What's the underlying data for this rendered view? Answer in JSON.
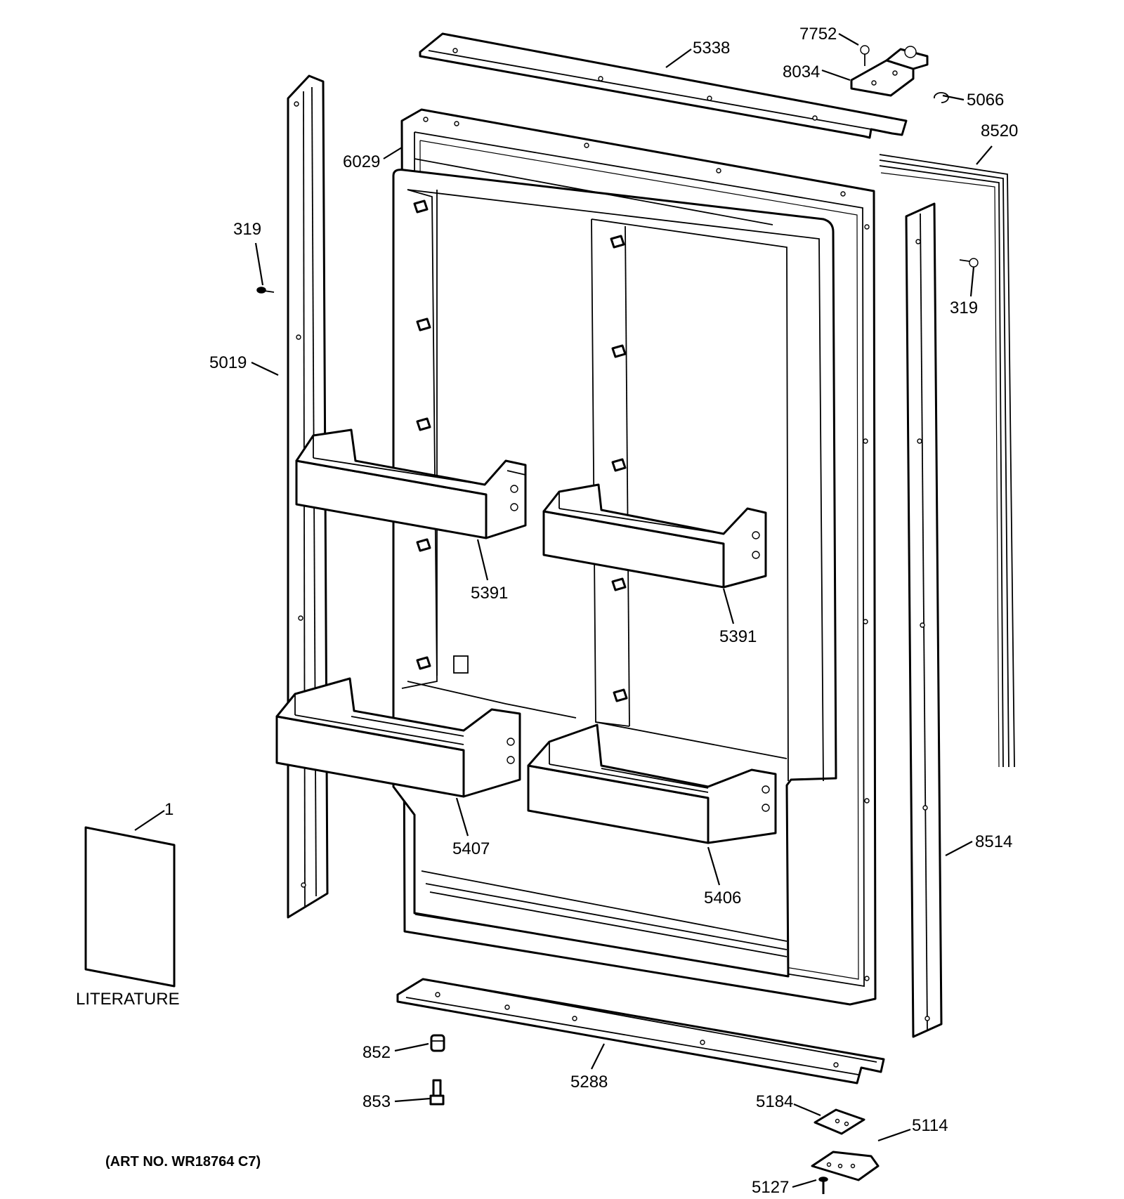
{
  "diagram": {
    "art_number": "(ART NO. WR18764 C7)",
    "literature_label": "LITERATURE",
    "callouts": [
      {
        "id": "c-7752",
        "text": "7752"
      },
      {
        "id": "c-5338",
        "text": "5338"
      },
      {
        "id": "c-8034",
        "text": "8034"
      },
      {
        "id": "c-5066",
        "text": "5066"
      },
      {
        "id": "c-8520",
        "text": "8520"
      },
      {
        "id": "c-6029",
        "text": "6029"
      },
      {
        "id": "c-319-left",
        "text": "319"
      },
      {
        "id": "c-319-right",
        "text": "319"
      },
      {
        "id": "c-5019",
        "text": "5019"
      },
      {
        "id": "c-5391-left",
        "text": "5391"
      },
      {
        "id": "c-5391-right",
        "text": "5391"
      },
      {
        "id": "c-1",
        "text": "1"
      },
      {
        "id": "c-5407",
        "text": "5407"
      },
      {
        "id": "c-5406",
        "text": "5406"
      },
      {
        "id": "c-8514",
        "text": "8514"
      },
      {
        "id": "c-852",
        "text": "852"
      },
      {
        "id": "c-853",
        "text": "853"
      },
      {
        "id": "c-5288",
        "text": "5288"
      },
      {
        "id": "c-5184",
        "text": "5184"
      },
      {
        "id": "c-5114",
        "text": "5114"
      },
      {
        "id": "c-5127",
        "text": "5127"
      }
    ]
  }
}
